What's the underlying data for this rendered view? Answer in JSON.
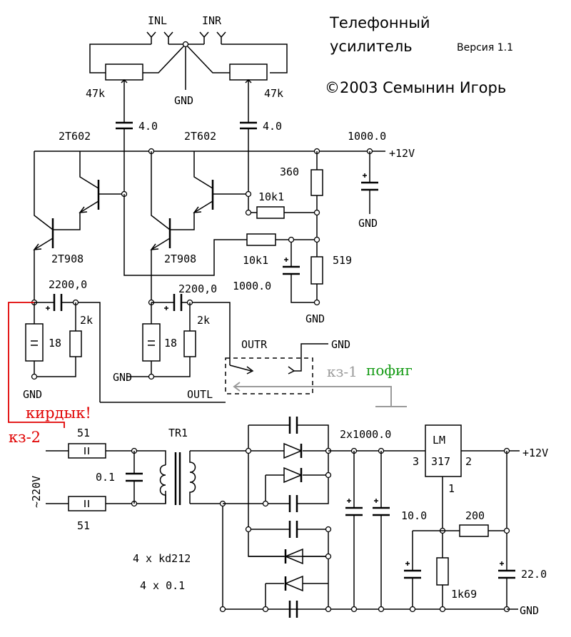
{
  "title": {
    "line1": "Телефонный",
    "line2": "усилитель",
    "version": "Версия 1.1",
    "copyright": "©2003 Семынин Игорь"
  },
  "inputs": {
    "left": "INL",
    "right": "INR"
  },
  "gnd": "GND",
  "pot_left": "47k",
  "pot_right": "47k",
  "cap_in_left": "4.0",
  "cap_in_right": "4.0",
  "q_left_top": "2T602",
  "q_right_top": "2T602",
  "q_left_bottom": "2T908",
  "q_right_bottom": "2T908",
  "cap_supply": "1000.0",
  "supply": "+12V",
  "r_bias": "360",
  "r_fb_right": "10k1",
  "r_fb_left": "10k1",
  "r_div": "519",
  "cap_div": "1000.0",
  "cap_out_left": "2200,0",
  "cap_out_right": "2200,0",
  "load_left": "18",
  "load_right": "18",
  "r_out_left": "2k",
  "r_out_right": "2k",
  "out_right": "OUTR",
  "out_left": "OUTL",
  "fuse_top": "51",
  "fuse_bottom": "51",
  "mains": "~220V",
  "cap_mains": "0.1",
  "transformer": "TR1",
  "diodes": "4 x kd212",
  "caps_diodes": "4 x 0.1",
  "caps_filter": "2x1000.0",
  "regulator": {
    "name": "LM",
    "part": "317",
    "pin_in": "3",
    "pin_out": "2",
    "pin_adj": "1"
  },
  "cap_adj": "10.0",
  "r_set": "200",
  "r_adj": "1k69",
  "cap_out": "22.0",
  "annotations": {
    "kirdyk": "кирдык!",
    "kz2": "кз-2",
    "kz1": "кз-1",
    "pofig": "пофиг"
  }
}
